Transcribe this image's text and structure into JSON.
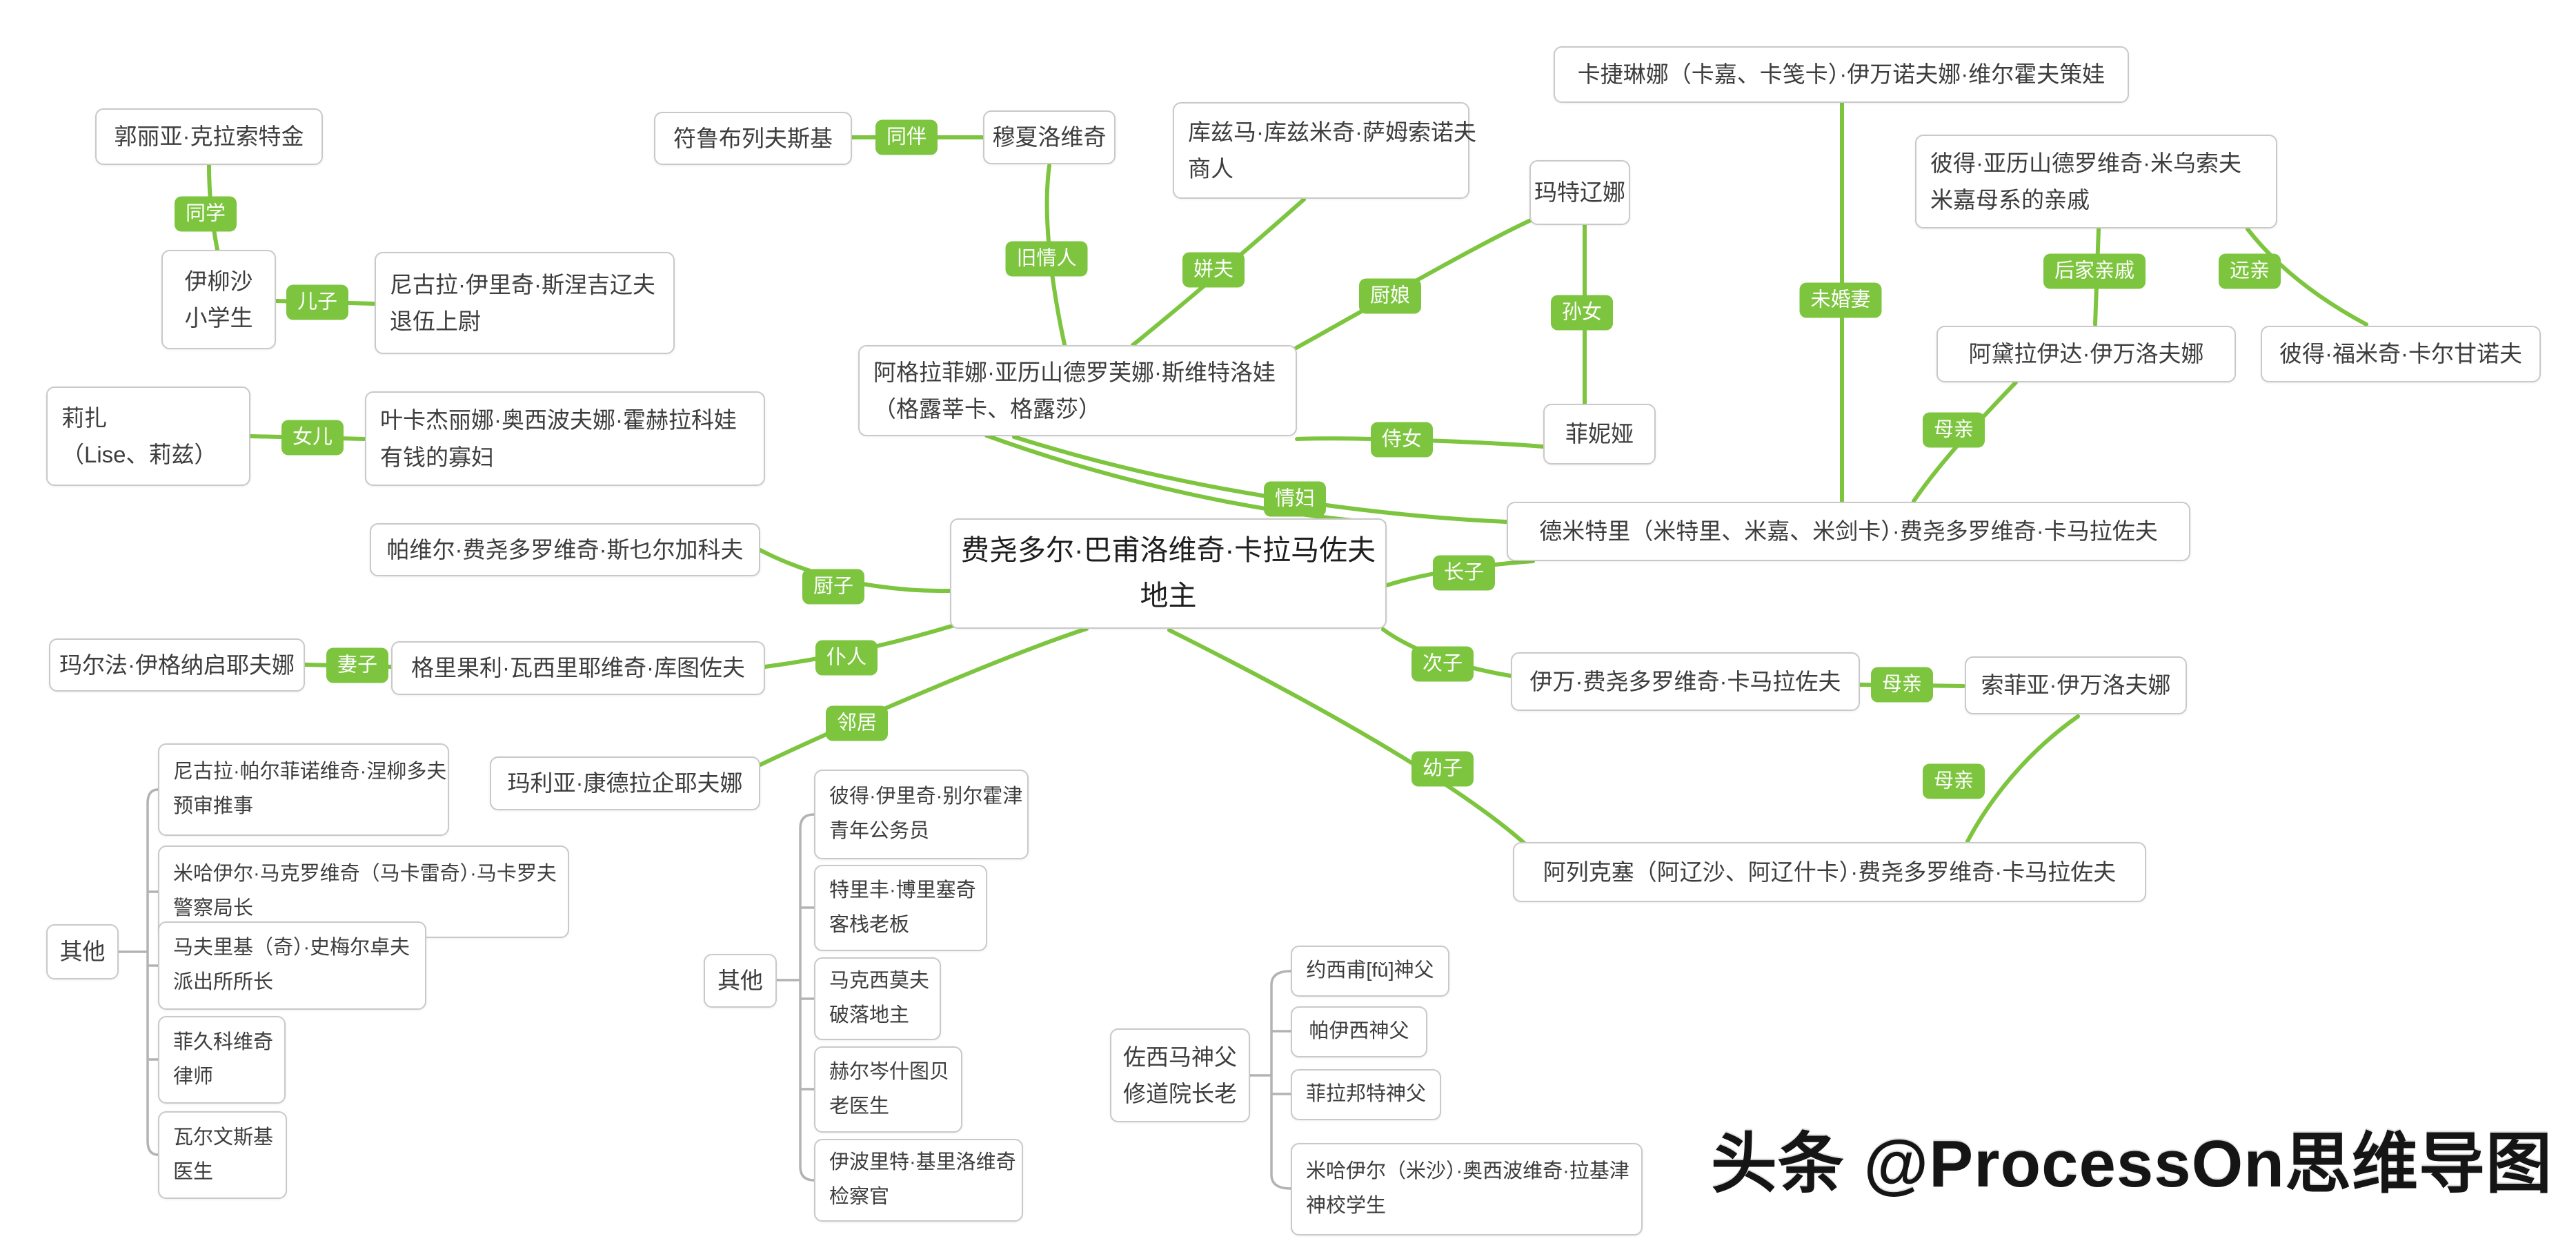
{
  "title": "卡拉马佐夫兄弟人物关系思维导图",
  "watermark": "头条 @ProcessOn思维导图",
  "colors": {
    "accent": "#7dc53f",
    "line_gray": "#b3b3b3",
    "box_border": "#c9c9c9",
    "box_text": "#3d3d3d"
  },
  "nodes": {
    "fyodor": {
      "l1": "费尧多尔·巴甫洛维奇·卡拉马佐夫",
      "l2": "地主"
    },
    "kolya": {
      "l1": "郭丽亚·克拉索特金"
    },
    "ilyusha": {
      "l1": "伊柳沙",
      "l2": "小学生"
    },
    "snegiryov": {
      "l1": "尼古拉·伊里奇·斯涅吉辽夫",
      "l2": "退伍上尉"
    },
    "liza": {
      "l1": "莉扎",
      "l2": "（Lise、莉兹）"
    },
    "khokhlakova": {
      "l1": "叶卡杰丽娜·奥西波夫娜·霍赫拉科娃",
      "l2": "有钱的寡妇"
    },
    "smerdyakov": {
      "l1": "帕维尔·费尧多罗维奇·斯乜尔加科夫"
    },
    "marfa": {
      "l1": "玛尔法·伊格纳启耶夫娜"
    },
    "grigory": {
      "l1": "格里果利·瓦西里耶维奇·库图佐夫"
    },
    "mariya": {
      "l1": "玛利亚·康德拉企耶夫娜"
    },
    "vrublevsky": {
      "l1": "符鲁布列夫斯基"
    },
    "musyalovich": {
      "l1": "穆夏洛维奇"
    },
    "samsonov": {
      "l1": "库兹马·库兹米奇·萨姆索诺夫",
      "l2": "商人"
    },
    "grushenka": {
      "l1": "阿格拉菲娜·亚历山德罗芙娜·斯维特洛娃",
      "l2": "（格露莘卡、格露莎）"
    },
    "matryona": {
      "l1": "玛特辽娜"
    },
    "fenya": {
      "l1": "菲妮娅"
    },
    "katerina": {
      "l1": "卡捷琳娜（卡嘉、卡笺卡）·伊万诺夫娜·维尔霍夫策娃"
    },
    "miusov": {
      "l1": "彼得·亚历山德罗维奇·米乌索夫",
      "l2": "米嘉母系的亲戚"
    },
    "adelaida": {
      "l1": "阿黛拉伊达·伊万洛夫娜"
    },
    "kalganov": {
      "l1": "彼得·福米奇·卡尔甘诺夫"
    },
    "dmitri": {
      "l1": "德米特里（米特里、米嘉、米剑卡）·费尧多罗维奇·卡马拉佐夫"
    },
    "ivan": {
      "l1": "伊万·费尧多罗维奇·卡马拉佐夫"
    },
    "sofia": {
      "l1": "索菲亚·伊万洛夫娜"
    },
    "alexei": {
      "l1": "阿列克塞（阿辽沙、阿辽什卡）·费尧多罗维奇·卡马拉佐夫"
    },
    "others_left": {
      "l1": "其他"
    },
    "nelyudov": {
      "l1": "尼古拉·帕尔菲诺维奇·涅柳多夫",
      "l2": "预审推事"
    },
    "makarov": {
      "l1": "米哈伊尔·马克罗维奇（马卡雷奇）·马卡罗夫",
      "l2": "警察局长"
    },
    "mavriky": {
      "l1": "马夫里基（奇）·史梅尔卓夫",
      "l2": "派出所所长"
    },
    "fetyukovich": {
      "l1": "菲久科维奇",
      "l2": "律师"
    },
    "varvinsky": {
      "l1": "瓦尔文斯基",
      "l2": "医生"
    },
    "others_mid": {
      "l1": "其他"
    },
    "perkhotin": {
      "l1": "彼得·伊里奇·别尔霍津",
      "l2": "青年公务员"
    },
    "trifon": {
      "l1": "特里丰·博里塞奇",
      "l2": "客栈老板"
    },
    "maximov": {
      "l1": "马克西莫夫",
      "l2": "破落地主"
    },
    "herzenstube": {
      "l1": "赫尔岑什图贝",
      "l2": "老医生"
    },
    "ippolit": {
      "l1": "伊波里特·基里洛维奇",
      "l2": "检察官"
    },
    "zosima": {
      "l1": "佐西马神父",
      "l2": "修道院长老"
    },
    "iosif": {
      "l1": "约西甫[fǔ]神父"
    },
    "paisiy": {
      "l1": "帕伊西神父"
    },
    "ferapont": {
      "l1": "菲拉邦特神父"
    },
    "rakitin": {
      "l1": "米哈伊尔（米沙）·奥西波维奇·拉基津",
      "l2": "神校学生"
    }
  },
  "badges": {
    "tongxue": "同学",
    "erzi": "儿子",
    "nuer": "女儿",
    "qizi": "妻子",
    "chuzi": "厨子",
    "puren": "仆人",
    "linju": "邻居",
    "tongban": "同伴",
    "jiuqingren": "旧情人",
    "pinfu": "姘夫",
    "chuniang": "厨娘",
    "sunnu": "孙女",
    "shinu": "侍女",
    "qingfu": "情妇",
    "zhangzi": "长子",
    "cizi": "次子",
    "youzi": "幼子",
    "weihunqi": "未婚妻",
    "houjiaqinqi": "后家亲戚",
    "yuanqin": "远亲",
    "muqin_a": "母亲",
    "muqin_b": "母亲",
    "muqin_c": "母亲"
  }
}
